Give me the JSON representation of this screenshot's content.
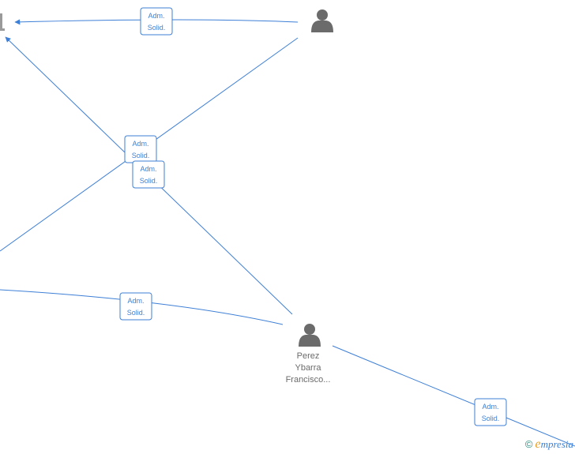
{
  "edge_label": [
    "Adm.",
    "Solid."
  ],
  "nodes": [
    {
      "id": "top-right-person",
      "type": "person",
      "label": []
    },
    {
      "id": "perez-ybarra",
      "type": "person",
      "label": [
        "Perez",
        "Ybarra",
        "Francisco..."
      ]
    }
  ],
  "brand": {
    "symbol": "©",
    "initial": "e",
    "name": "mpresia"
  },
  "colors": {
    "edge": "#3d7fd6",
    "node": "#6b6b6b"
  },
  "icons": [
    "person-icon",
    "building-icon",
    "arrow-head-icon"
  ]
}
